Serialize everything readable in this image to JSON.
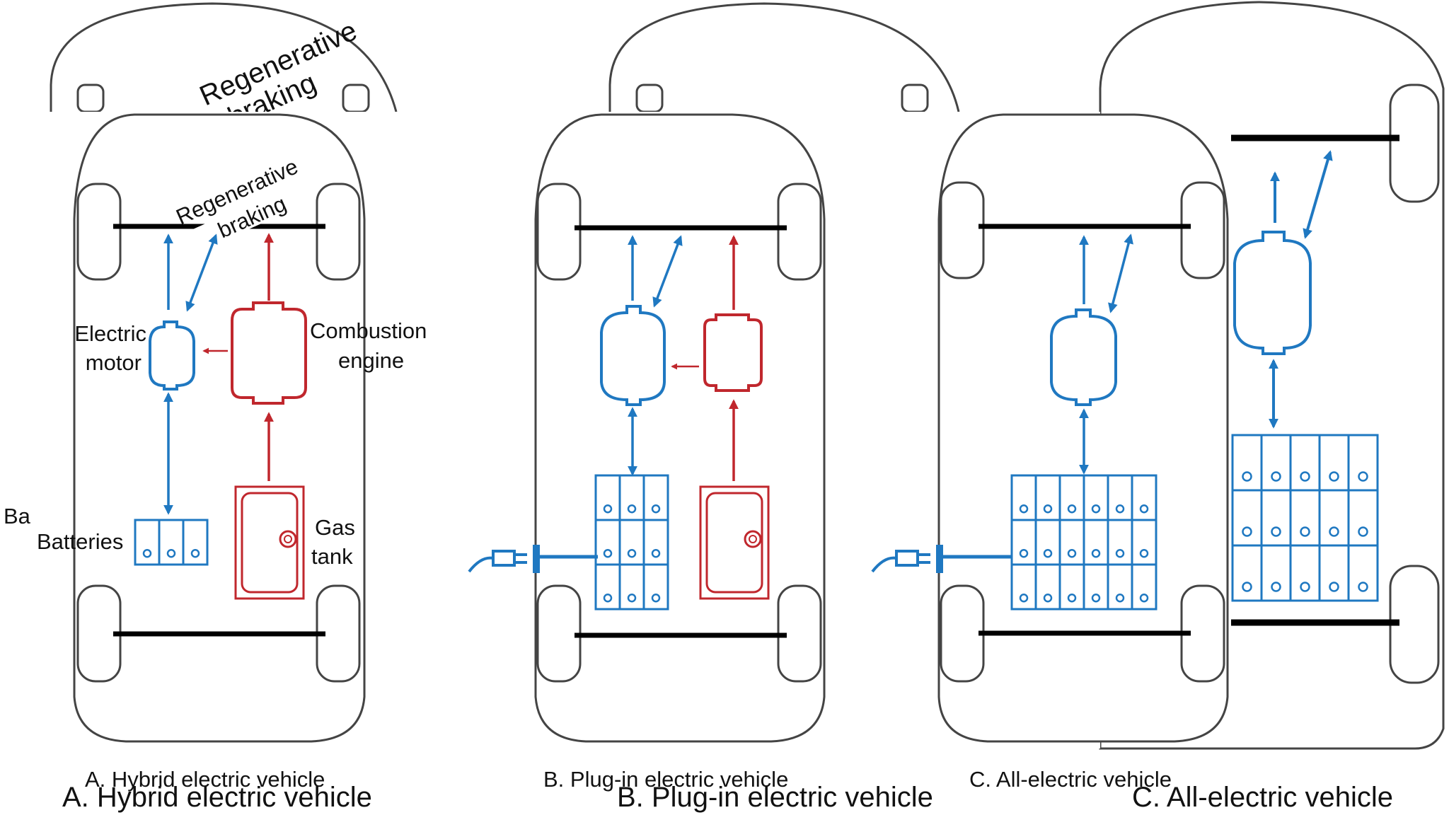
{
  "colors": {
    "electric": "#1f78c1",
    "combustion": "#c0272d",
    "outline": "#444444",
    "axle": "#000000",
    "background": "#ffffff"
  },
  "labels": {
    "regenerative": "Regenerative",
    "braking": "braking",
    "electric": "Electric",
    "motor": "motor",
    "combustion": "Combustion",
    "engine": "engine",
    "batteries": "Batteries",
    "gas": "Gas",
    "tank": "tank",
    "ba_fragment": "Ba",
    "back_regenerative": "Regenerative",
    "back_braking": "braking"
  },
  "captions": {
    "hybrid": "A.  Hybrid electric vehicle",
    "plugin": "B.  Plug-in electric vehicle",
    "allelectric": "C.  All-electric vehicle"
  },
  "icons": {
    "plug_b": "charging-plug-icon",
    "plug_c": "charging-plug-icon"
  }
}
